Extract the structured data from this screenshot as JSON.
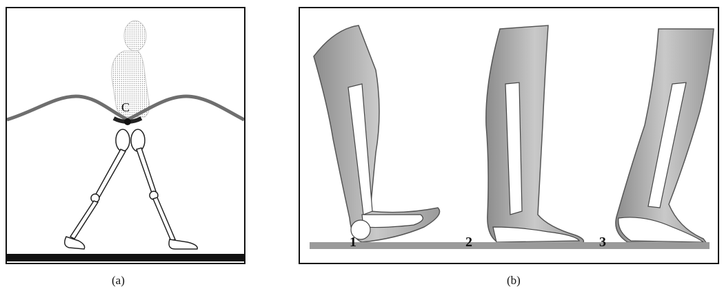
{
  "panel_a": {
    "caption": "(a)",
    "center_label": "C"
  },
  "panel_b": {
    "caption": "(b)",
    "stage_labels": [
      "1",
      "2",
      "3"
    ]
  }
}
